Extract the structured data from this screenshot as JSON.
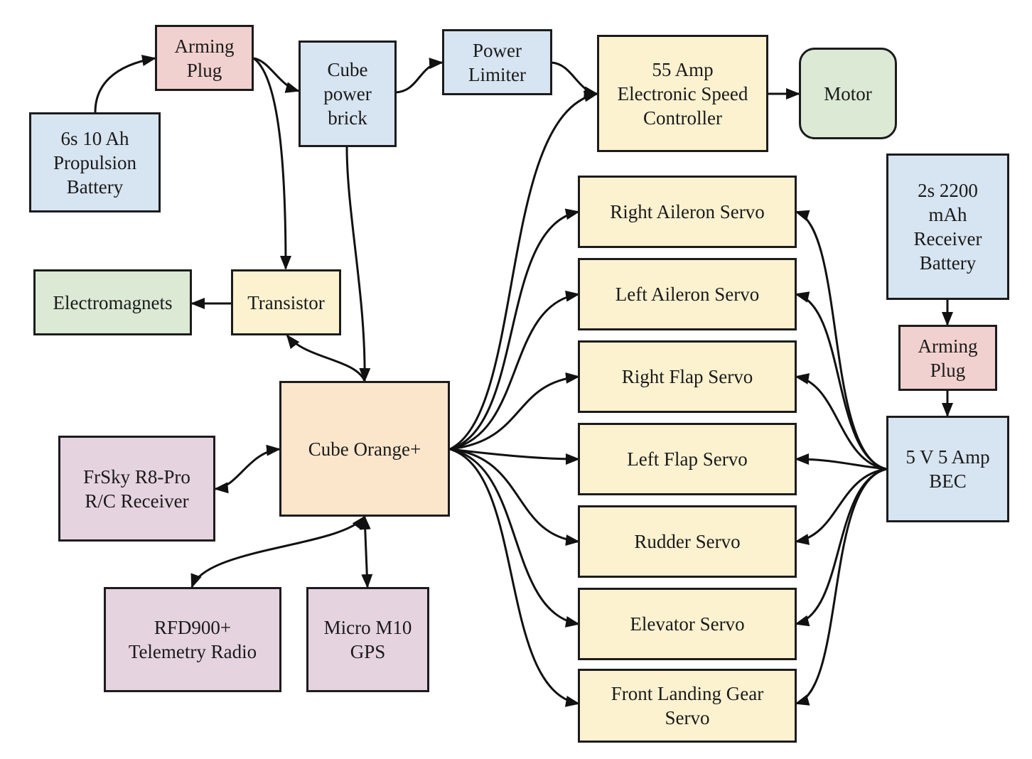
{
  "colors": {
    "battery_blue": "#d7e4f1",
    "plug_pink": "#f1d1cf",
    "servo_yellow": "#fdf2d0",
    "green": "#dbe9d5",
    "controller_orange": "#fbe6cc",
    "radio_purple": "#e6d3e0",
    "stroke": "#1c1c1c"
  },
  "nodes": {
    "propulsion_battery": "6s 10 Ah\nPropulsion\nBattery",
    "arming_plug_main": "Arming\nPlug",
    "cube_power_brick": "Cube\npower\nbrick",
    "power_limiter": "Power\nLimiter",
    "esc": "55 Amp\nElectronic Speed\nController",
    "motor": "Motor",
    "electromagnets": "Electromagnets",
    "transistor": "Transistor",
    "cube_orange": "Cube Orange+",
    "frsky_receiver": "FrSky R8-Pro\nR/C Receiver",
    "rfd900_radio": "RFD900+\nTelemetry Radio",
    "gps": "Micro M10\nGPS",
    "right_aileron": "Right Aileron Servo",
    "left_aileron": "Left Aileron Servo",
    "right_flap": "Right Flap Servo",
    "left_flap": "Left Flap Servo",
    "rudder": "Rudder Servo",
    "elevator": "Elevator Servo",
    "front_landing_gear": "Front Landing Gear\nServo",
    "receiver_battery": "2s 2200\nmAh\nReceiver\nBattery",
    "arming_plug_rx": "Arming\nPlug",
    "bec": "5 V 5 Amp\nBEC"
  },
  "connections": [
    {
      "from": "propulsion_battery",
      "to": "arming_plug_main",
      "direction": "forward"
    },
    {
      "from": "arming_plug_main",
      "to": "cube_power_brick",
      "direction": "forward"
    },
    {
      "from": "arming_plug_main",
      "to": "transistor",
      "direction": "forward"
    },
    {
      "from": "cube_power_brick",
      "to": "power_limiter",
      "direction": "forward"
    },
    {
      "from": "cube_power_brick",
      "to": "cube_orange",
      "direction": "forward"
    },
    {
      "from": "power_limiter",
      "to": "esc",
      "direction": "forward"
    },
    {
      "from": "esc",
      "to": "motor",
      "direction": "forward"
    },
    {
      "from": "transistor",
      "to": "electromagnets",
      "direction": "forward"
    },
    {
      "from": "cube_orange",
      "to": "transistor",
      "direction": "both"
    },
    {
      "from": "cube_orange",
      "to": "frsky_receiver",
      "direction": "both"
    },
    {
      "from": "cube_orange",
      "to": "rfd900_radio",
      "direction": "both"
    },
    {
      "from": "cube_orange",
      "to": "gps",
      "direction": "both"
    },
    {
      "from": "cube_orange",
      "to": "esc",
      "direction": "forward"
    },
    {
      "from": "cube_orange",
      "to": "right_aileron",
      "direction": "forward"
    },
    {
      "from": "cube_orange",
      "to": "left_aileron",
      "direction": "forward"
    },
    {
      "from": "cube_orange",
      "to": "right_flap",
      "direction": "forward"
    },
    {
      "from": "cube_orange",
      "to": "left_flap",
      "direction": "forward"
    },
    {
      "from": "cube_orange",
      "to": "rudder",
      "direction": "forward"
    },
    {
      "from": "cube_orange",
      "to": "elevator",
      "direction": "forward"
    },
    {
      "from": "cube_orange",
      "to": "front_landing_gear",
      "direction": "forward"
    },
    {
      "from": "receiver_battery",
      "to": "arming_plug_rx",
      "direction": "forward"
    },
    {
      "from": "arming_plug_rx",
      "to": "bec",
      "direction": "forward"
    },
    {
      "from": "bec",
      "to": "right_aileron",
      "direction": "forward"
    },
    {
      "from": "bec",
      "to": "left_aileron",
      "direction": "forward"
    },
    {
      "from": "bec",
      "to": "right_flap",
      "direction": "forward"
    },
    {
      "from": "bec",
      "to": "left_flap",
      "direction": "forward"
    },
    {
      "from": "bec",
      "to": "rudder",
      "direction": "forward"
    },
    {
      "from": "bec",
      "to": "elevator",
      "direction": "forward"
    },
    {
      "from": "bec",
      "to": "front_landing_gear",
      "direction": "forward"
    }
  ]
}
